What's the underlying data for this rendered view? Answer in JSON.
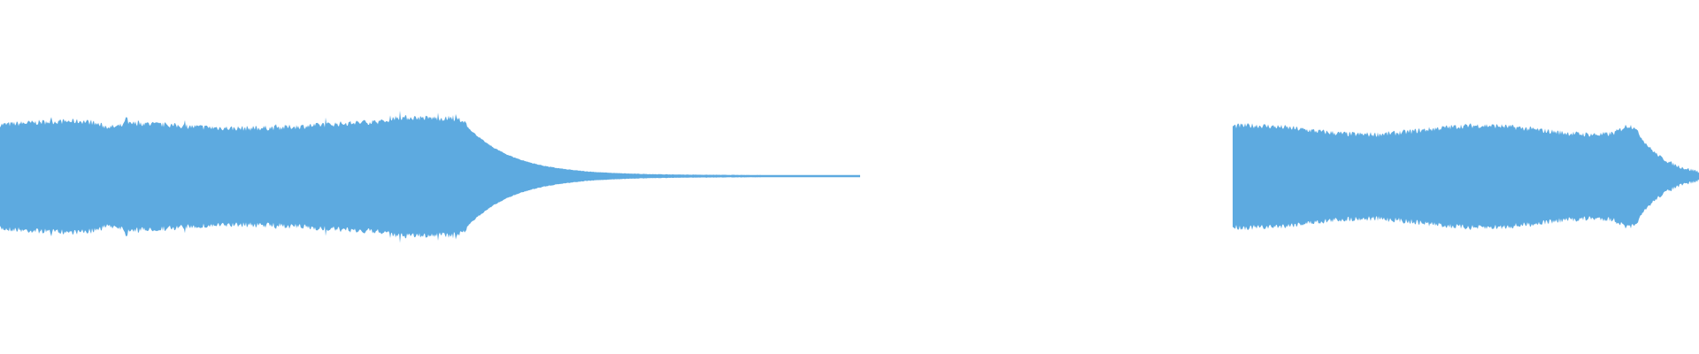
{
  "waveform": {
    "color": "#5DAAE0",
    "background": "#FFFFFF",
    "segments": [
      {
        "name": "clip-1",
        "start_fraction": 0.0,
        "end_fraction": 0.5063,
        "sustain_end_fraction": 0.2745,
        "decay": "fade-to-silence"
      },
      {
        "name": "clip-2",
        "start_fraction": 0.7013,
        "end_fraction": 1.0,
        "sustain_end_fraction": 0.9615,
        "decay": "release"
      }
    ]
  }
}
